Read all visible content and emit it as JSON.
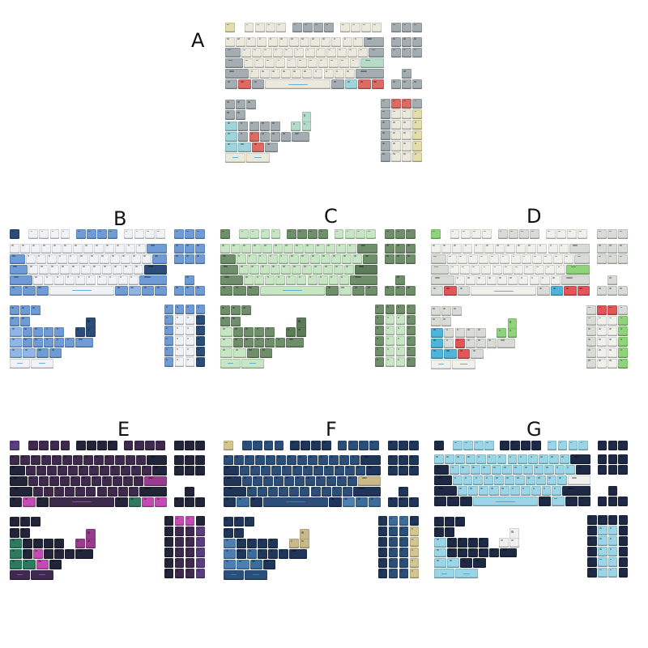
{
  "panels": [
    {
      "letter": "A",
      "colors": {
        "base": "#ebe8dc",
        "mod": "#a4adb1",
        "accent": "#b4dcc9",
        "red": "#de6a64",
        "blue": "#9fd4dd",
        "yellow": "#e3dcab",
        "bar": "#3aa6de"
      }
    },
    {
      "letter": "B",
      "colors": {
        "base": "#f0f2f6",
        "mod": "#6f9bd6",
        "accent": "#2b4d78",
        "red": "#6f9bd6",
        "blue": "#8fb6e6",
        "yellow": "#2b4d78",
        "bar": "#3aa6de"
      }
    },
    {
      "letter": "C",
      "colors": {
        "base": "#c7e6c3",
        "mod": "#6f8f6a",
        "accent": "#5c7b58",
        "red": "#6f8f6a",
        "blue": "#c7e6c3",
        "yellow": "#6f8f6a",
        "bar": "#3aa6de"
      }
    },
    {
      "letter": "D",
      "colors": {
        "base": "#f1f1ec",
        "mod": "#d9dcd6",
        "accent": "#8fd47a",
        "red": "#e4555a",
        "blue": "#4fb5d8",
        "yellow": "#8fd47a",
        "bar": "#3aa6de"
      }
    },
    {
      "letter": "E",
      "colors": {
        "base": "#3d2a4d",
        "mod": "#22243a",
        "accent": "#9a3c8e",
        "red": "#c34bb3",
        "blue": "#2e7a61",
        "yellow": "#5a3f7e",
        "bar": "#3aa6de"
      }
    },
    {
      "letter": "F",
      "colors": {
        "base": "#2c4f7a",
        "mod": "#1f355a",
        "accent": "#c9b98a",
        "red": "#3c6c9c",
        "blue": "#4e7fb2",
        "yellow": "#d4c693",
        "bar": "#3aa6de"
      }
    },
    {
      "letter": "G",
      "colors": {
        "base": "#9ad6e8",
        "mod": "#1e2a45",
        "accent": "#f0f0f0",
        "red": "#1e2a45",
        "blue": "#9ad6e8",
        "yellow": "#1e2a45",
        "bar": "#1e2a45"
      }
    }
  ]
}
